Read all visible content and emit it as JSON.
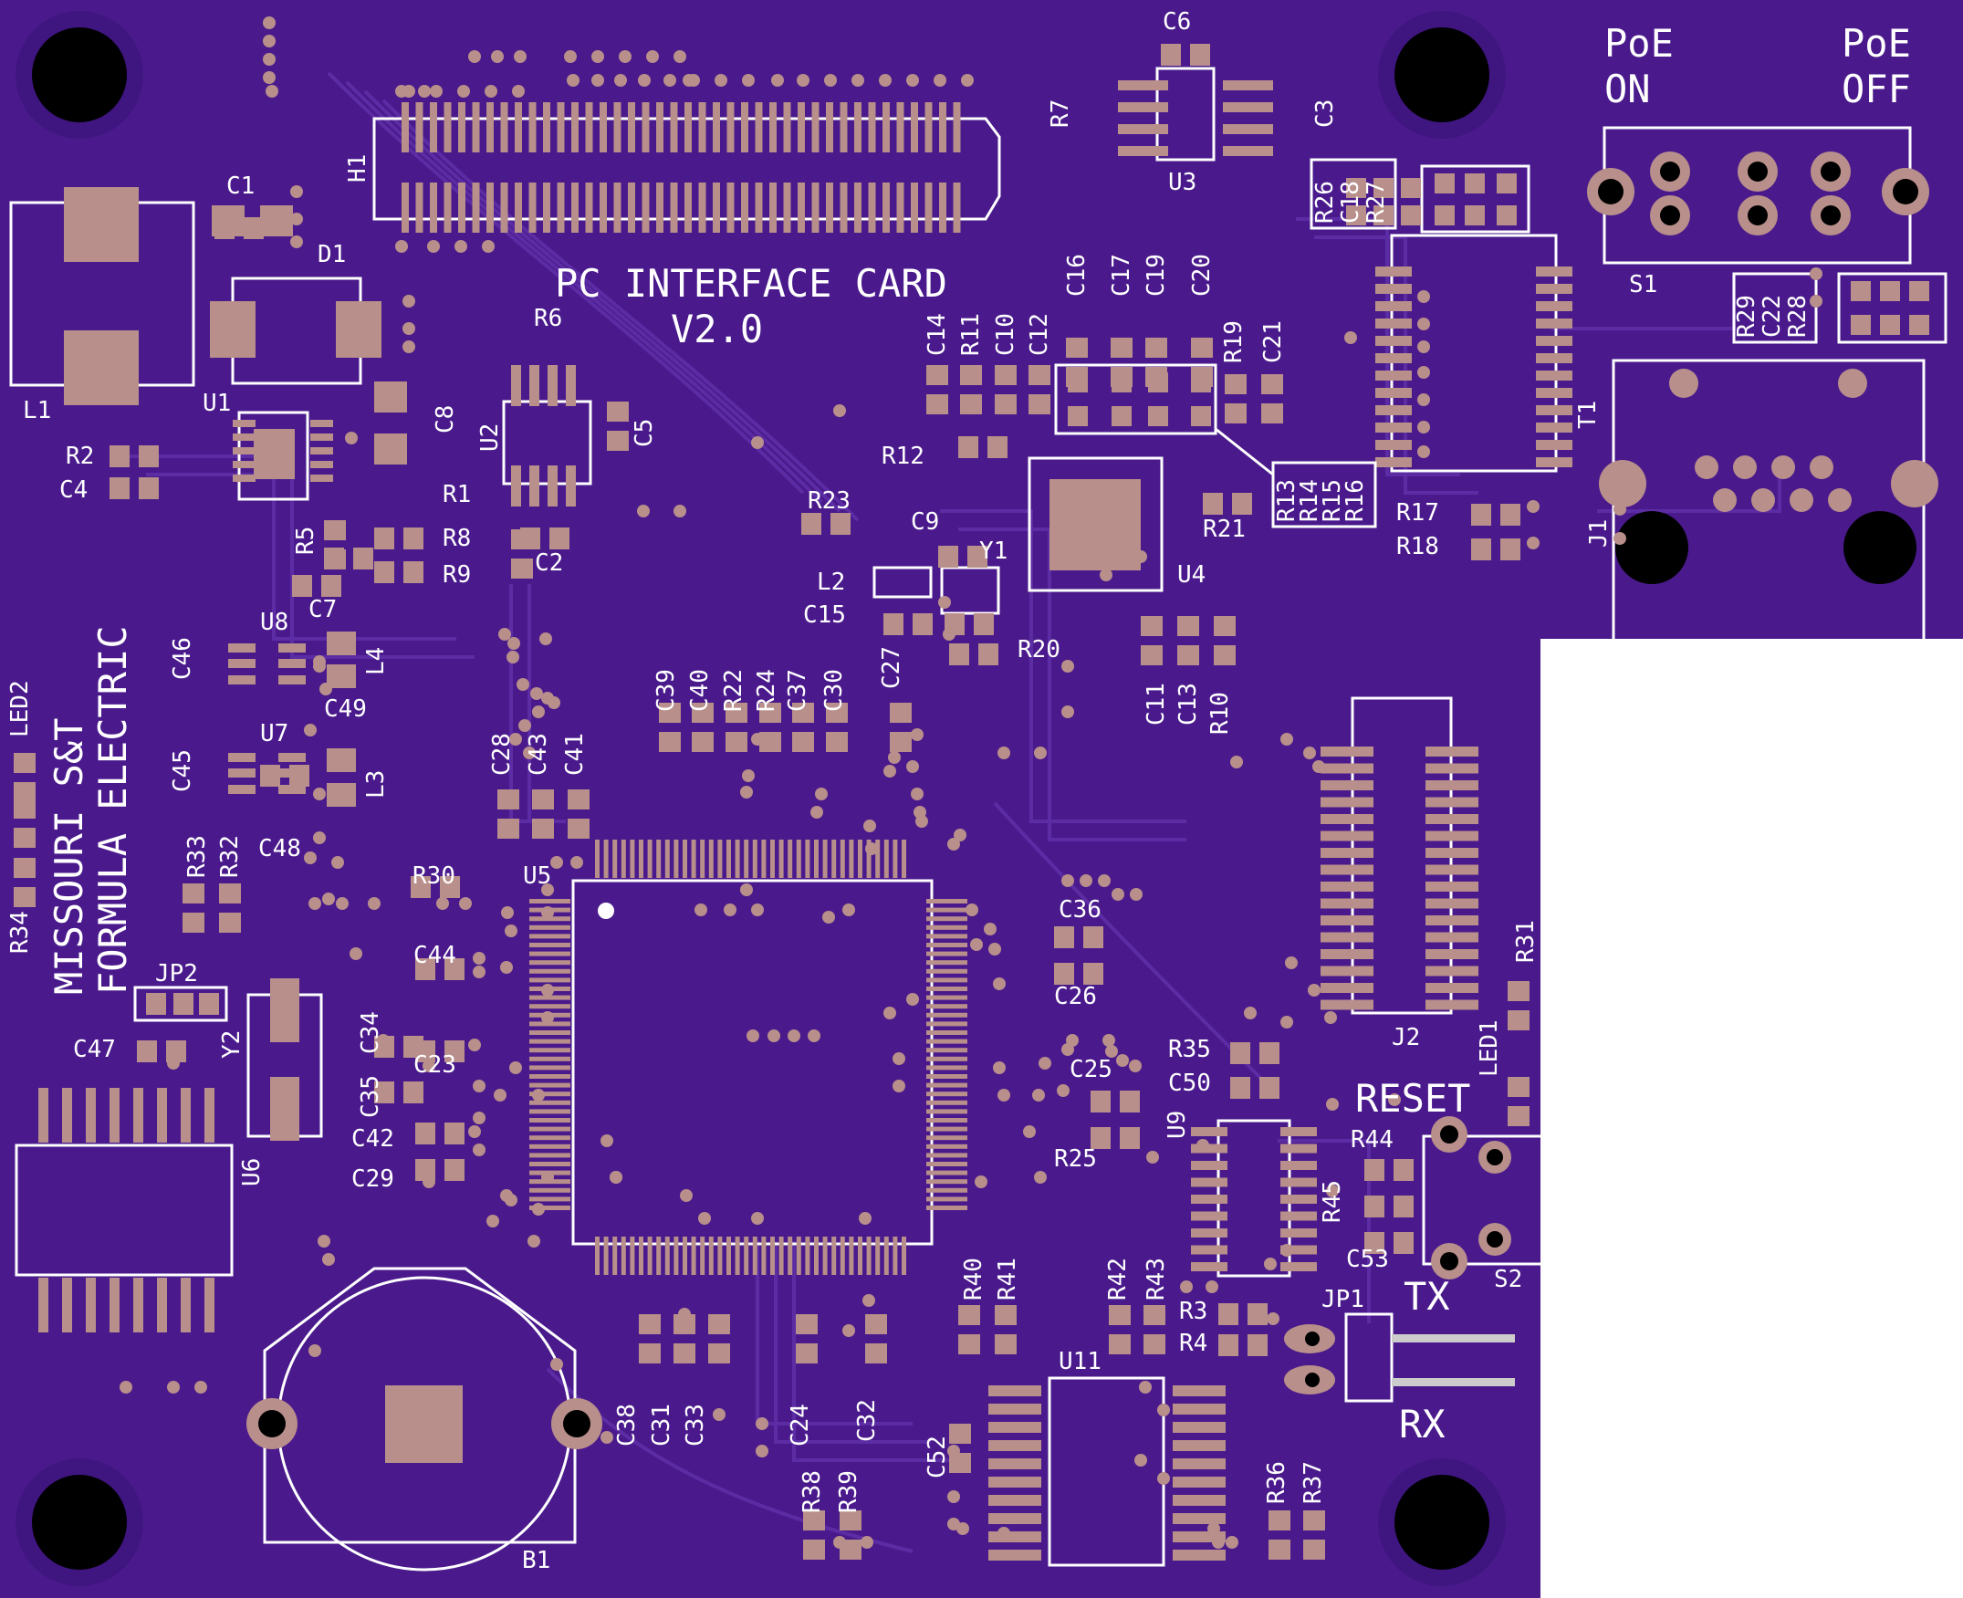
{
  "board": {
    "title_line1": "PC INTERFACE CARD",
    "title_line2": "V2.0",
    "vertical_line1": "MISSOURI S&T",
    "vertical_line2": "FORMULA ELECTRIC",
    "poe_on": [
      "PoE",
      "ON"
    ],
    "poe_off": [
      "PoE",
      "OFF"
    ],
    "reset": "RESET",
    "tx": "TX",
    "rx": "RX",
    "colors": {
      "substrate": "#4a1a8c",
      "copper": "#5a2aa0",
      "pad": "#b88f8a",
      "silk": "#ffffff",
      "hole": "#000000",
      "background": "#ffffff"
    }
  },
  "labels": {
    "C6": "C6",
    "R7": "R7",
    "C3": "C3",
    "U3": "U3",
    "H1": "H1",
    "C1": "C1",
    "D1": "D1",
    "L1": "L1",
    "U1": "U1",
    "R2": "R2",
    "C4": "C4",
    "R6": "R6",
    "U2": "U2",
    "C5": "C5",
    "C8": "C8",
    "R1": "R1",
    "R8": "R8",
    "R9": "R9",
    "R5": "R5",
    "C2": "C2",
    "C7": "C7",
    "U8": "U8",
    "L4": "L4",
    "C46": "C46",
    "C49": "C49",
    "U7": "U7",
    "L3": "L3",
    "C45": "C45",
    "C48": "C48",
    "LED2": "LED2",
    "R34": "R34",
    "R33": "R33",
    "R32": "R32",
    "JP2": "JP2",
    "C47": "C47",
    "Y2": "Y2",
    "C34": "C34",
    "C35": "C35",
    "U6": "U6",
    "B1": "B1",
    "S1": "S1",
    "J1": "J1",
    "T1": "T1",
    "J2": "J2",
    "R31": "R31",
    "LED1": "LED1",
    "S2": "S2",
    "JP1": "JP1",
    "U4": "U4",
    "U5": "U5",
    "U9": "U9",
    "U11": "U11",
    "C14": "C14",
    "R11": "R11",
    "C10": "C10",
    "C12": "C12",
    "C16": "C16",
    "C17": "C17",
    "C19": "C19",
    "C20": "C20",
    "R19": "R19",
    "C21": "C21",
    "R12": "R12",
    "R21": "R21",
    "R17": "R17",
    "R18": "R18",
    "R23": "R23",
    "C9": "C9",
    "Y1": "Y1",
    "L2": "L2",
    "C15": "C15",
    "R20": "R20",
    "C11": "C11",
    "C13": "C13",
    "R10": "R10",
    "C39": "C39",
    "C40": "C40",
    "R22": "R22",
    "R24": "R24",
    "C37": "C37",
    "C30": "C30",
    "C27": "C27",
    "C28": "C28",
    "C43": "C43",
    "C41": "C41",
    "R30": "R30",
    "C44": "C44",
    "C23": "C23",
    "C42": "C42",
    "C29": "C29",
    "C36": "C36",
    "C26": "C26",
    "C25": "C25",
    "R25": "R25",
    "R35": "R35",
    "C50": "C50",
    "R44": "R44",
    "R45": "R45",
    "C53": "C53",
    "R40": "R40",
    "R41": "R41",
    "R42": "R42",
    "R43": "R43",
    "R3": "R3",
    "R4": "R4",
    "C38": "C38",
    "C31": "C31",
    "C33": "C33",
    "C24": "C24",
    "C32": "C32",
    "C52": "C52",
    "R38": "R38",
    "R39": "R39",
    "R36": "R36",
    "R37": "R37",
    "box_r26": [
      "R26",
      "C18",
      "R27"
    ],
    "box_r29": [
      "R29",
      "C22",
      "R28"
    ],
    "box_r13": [
      "R13",
      "R14",
      "R15",
      "R16"
    ]
  }
}
